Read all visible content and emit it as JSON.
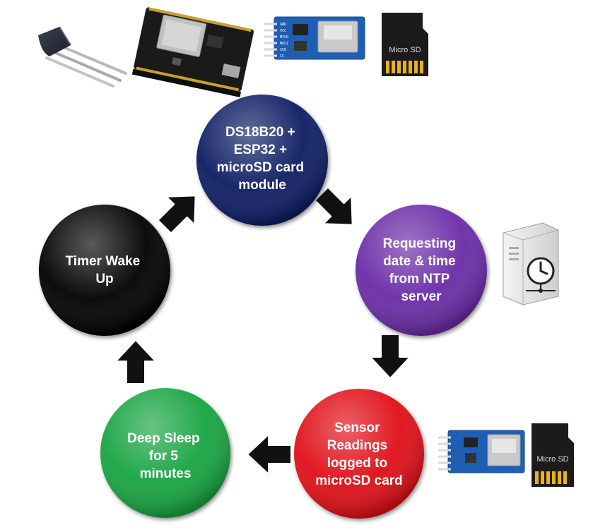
{
  "nodes": [
    {
      "id": "sensor-module",
      "label_lines": [
        "DS18B20 +",
        "ESP32 +",
        "microSD card",
        "module"
      ],
      "color": "#0d1f63"
    },
    {
      "id": "ntp-request",
      "label_lines": [
        "Requesting",
        "date & time",
        "from NTP",
        "server"
      ],
      "color": "#6a2ca6"
    },
    {
      "id": "sd-logging",
      "label_lines": [
        "Sensor",
        "Readings",
        "logged to",
        "microSD card"
      ],
      "color": "#e00d12"
    },
    {
      "id": "deep-sleep",
      "label_lines": [
        "Deep Sleep",
        "for 5",
        "minutes"
      ],
      "color": "#13a33f"
    },
    {
      "id": "timer-wakeup",
      "label_lines": [
        "Timer Wake",
        "Up"
      ],
      "color": "#050505"
    }
  ],
  "device_labels": {
    "microsd_card_top": "Micro SD",
    "microsd_card_bottom": "Micro SD",
    "module_pins": [
      "GND",
      "VCC",
      "MISO",
      "MOSI",
      "SCK",
      "CS"
    ]
  },
  "colors": {
    "arrow": "#111111",
    "board_blue": "#1e5fb4",
    "esp32_board": "#1a1a1a",
    "sensor_body": "#2a2f3d"
  }
}
